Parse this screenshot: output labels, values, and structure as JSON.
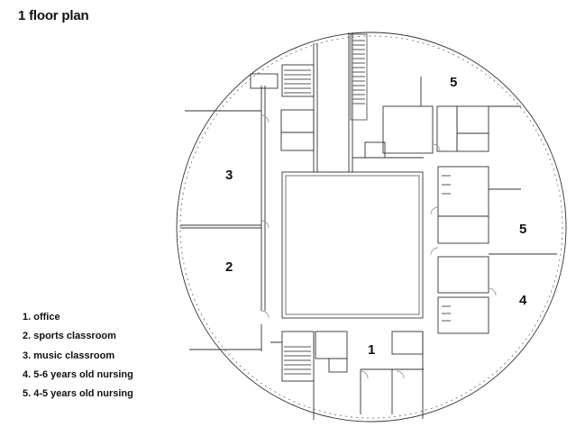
{
  "title": "1 floor plan",
  "legend": [
    "1. office",
    "2. sports classroom",
    "3. music classroom",
    "4. 5-6 years old nursing",
    "5. 4-5 years old nursing"
  ],
  "room_labels": [
    "1",
    "2",
    "3",
    "4",
    "5",
    "5"
  ]
}
